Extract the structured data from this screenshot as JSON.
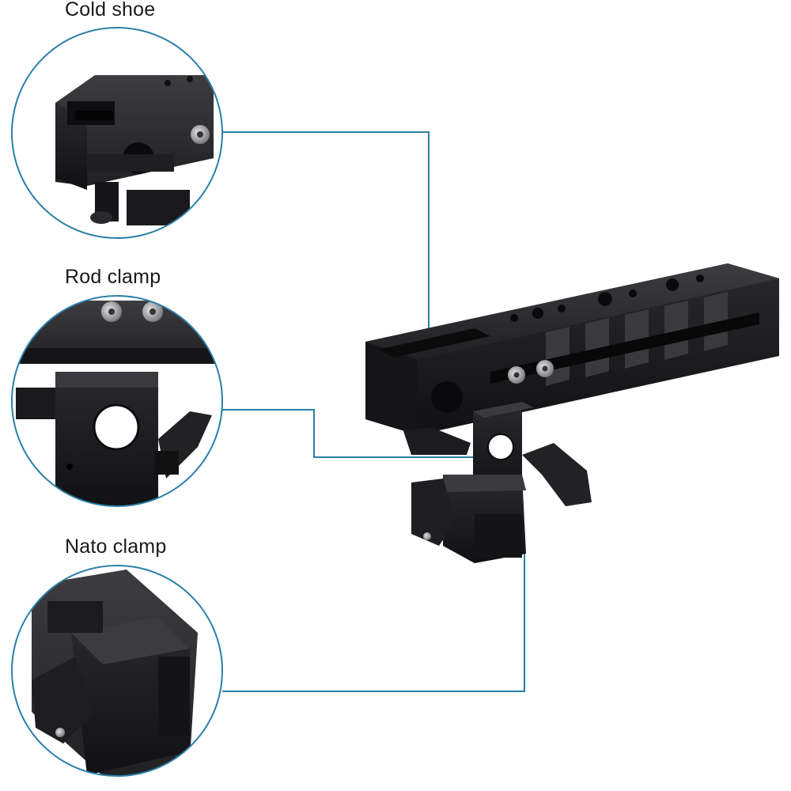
{
  "callouts": [
    {
      "id": "cold-shoe",
      "label": "Cold shoe"
    },
    {
      "id": "rod-clamp",
      "label": "Rod clamp"
    },
    {
      "id": "nato-clamp",
      "label": "Nato clamp"
    }
  ],
  "colors": {
    "leader_line": "#2b7fa8",
    "circle_outline": "#2b7fa8",
    "metal_dark": "#1b1b1d",
    "metal_mid": "#2e2e31",
    "metal_light": "#4a4a4e",
    "screw": "#b9b9bc"
  }
}
